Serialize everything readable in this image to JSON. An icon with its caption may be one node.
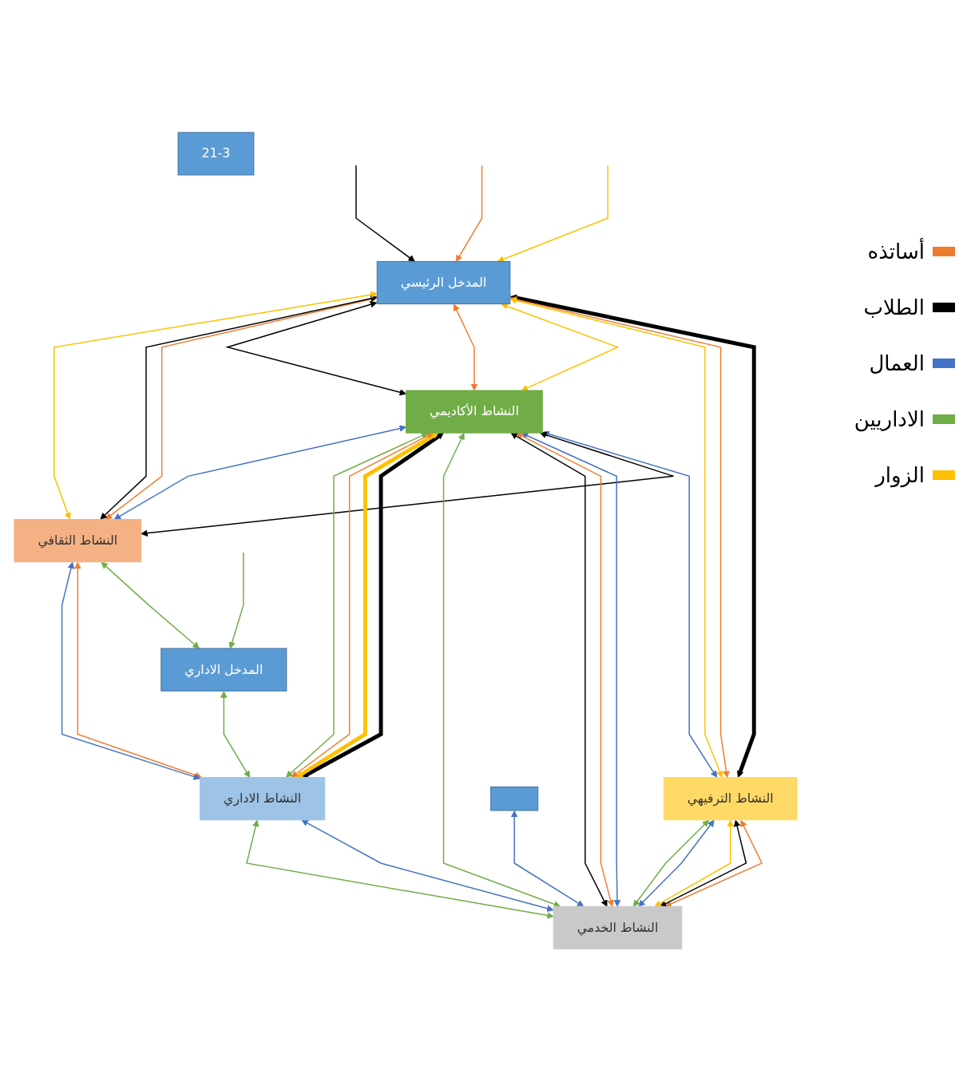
{
  "diagram": {
    "nodes": [
      {
        "text": [
          "المدخل الرئيسي"
        ]
      },
      {
        "text": [
          "النشاط الثقافي"
        ]
      },
      {
        "text": [
          "النشاط الترفيهي"
        ]
      },
      {
        "text": [
          "المدخل الاداري"
        ]
      },
      {
        "text": [
          "النشاط الأكاديمي"
        ]
      },
      {
        "text": [
          "النشاط الخدمي"
        ]
      },
      {
        "text": [
          "النشاط الاداري"
        ]
      },
      {
        "text": [],
        "shape": "box"
      },
      {
        "text": [
          "21-3"
        ]
      }
    ],
    "edges": [
      {
        "from": null,
        "to": 0,
        "arrow": "to",
        "color": "#ffc000"
      },
      {
        "from": null,
        "to": 0,
        "arrow": "to",
        "color": "#ed7d31"
      },
      {
        "from": null,
        "to": 0,
        "arrow": "to",
        "color": "#000000"
      },
      {
        "from": 1,
        "to": 0,
        "arrow": "both",
        "color": "#ed7d31"
      },
      {
        "from": 1,
        "to": 0,
        "arrow": "both",
        "color": "#000000"
      },
      {
        "from": 1,
        "to": 0,
        "arrow": "both",
        "color": "#ffc000"
      },
      {
        "from": 0,
        "to": 2,
        "arrow": "both",
        "style": "thick",
        "color": "#000000"
      },
      {
        "from": 0,
        "to": 2,
        "arrow": "both",
        "color": "#ed7d31"
      },
      {
        "from": 0,
        "to": 2,
        "arrow": "both",
        "color": "#ffc000"
      },
      {
        "from": 4,
        "to": 2,
        "arrow": "both",
        "color": "#4472c4"
      },
      {
        "from": 0,
        "to": 4,
        "arrow": "both",
        "color": "#ffc000"
      },
      {
        "from": 0,
        "to": 4,
        "arrow": "both",
        "color": "#ed7d31"
      },
      {
        "from": 0,
        "to": 4,
        "arrow": "both",
        "color": "#000000"
      },
      {
        "from": 4,
        "to": 1,
        "arrow": "both",
        "color": "#000000"
      },
      {
        "from": 1,
        "to": 3,
        "arrow": "both",
        "color": "#70ad47"
      },
      {
        "from": 1,
        "to": 6,
        "arrow": "both",
        "color": "#ed7d31"
      },
      {
        "from": 1,
        "to": 6,
        "arrow": "both",
        "color": "#4472c4"
      },
      {
        "from": null,
        "to": 3,
        "arrow": "to",
        "color": "#70ad47"
      },
      {
        "from": 3,
        "to": 6,
        "arrow": "both",
        "color": "#70ad47"
      },
      {
        "from": 2,
        "to": 5,
        "arrow": "both",
        "color": "#ed7d31"
      },
      {
        "from": 2,
        "to": 5,
        "arrow": "both",
        "color": "#000000"
      },
      {
        "from": 2,
        "to": 5,
        "arrow": "both",
        "color": "#ffc000"
      },
      {
        "from": 2,
        "to": 5,
        "arrow": "both",
        "color": "#4472c4"
      },
      {
        "from": 2,
        "to": 5,
        "arrow": "both",
        "color": "#70ad47"
      },
      {
        "from": 6,
        "to": 4,
        "arrow": "both",
        "style": "thick",
        "color": "#000000"
      },
      {
        "from": 6,
        "to": 4,
        "arrow": "both",
        "style": "thick",
        "color": "#ffc000"
      },
      {
        "from": 6,
        "to": 4,
        "arrow": "both",
        "color": "#ed7d31"
      },
      {
        "from": 6,
        "to": 4,
        "arrow": "both",
        "color": "#70ad47"
      },
      {
        "from": 1,
        "to": 4,
        "arrow": "both",
        "color": "#4472c4"
      },
      {
        "from": 4,
        "to": 5,
        "arrow": "both",
        "color": "#4472c4"
      },
      {
        "from": 4,
        "to": 5,
        "arrow": "both",
        "color": "#ed7d31"
      },
      {
        "from": 4,
        "to": 5,
        "arrow": "both",
        "color": "#000000"
      },
      {
        "from": 4,
        "to": 5,
        "arrow": "both",
        "color": "#70ad47"
      },
      {
        "from": 6,
        "to": 5,
        "arrow": "both",
        "color": "#4472c4"
      },
      {
        "from": 6,
        "to": 5,
        "arrow": "both",
        "color": "#70ad47"
      },
      {
        "from": 7,
        "to": 5,
        "arrow": "both",
        "color": "#4472c4"
      }
    ],
    "legend": [
      {
        "text": "أساتذه",
        "color": "#ed7d31"
      },
      {
        "text": "الطلاب",
        "color": "#000000"
      },
      {
        "text": "العمال",
        "color": "#4472c4"
      },
      {
        "text": "الاداريين",
        "color": "#70ad47"
      },
      {
        "text": "الزوار",
        "color": "#ffc000"
      }
    ]
  }
}
